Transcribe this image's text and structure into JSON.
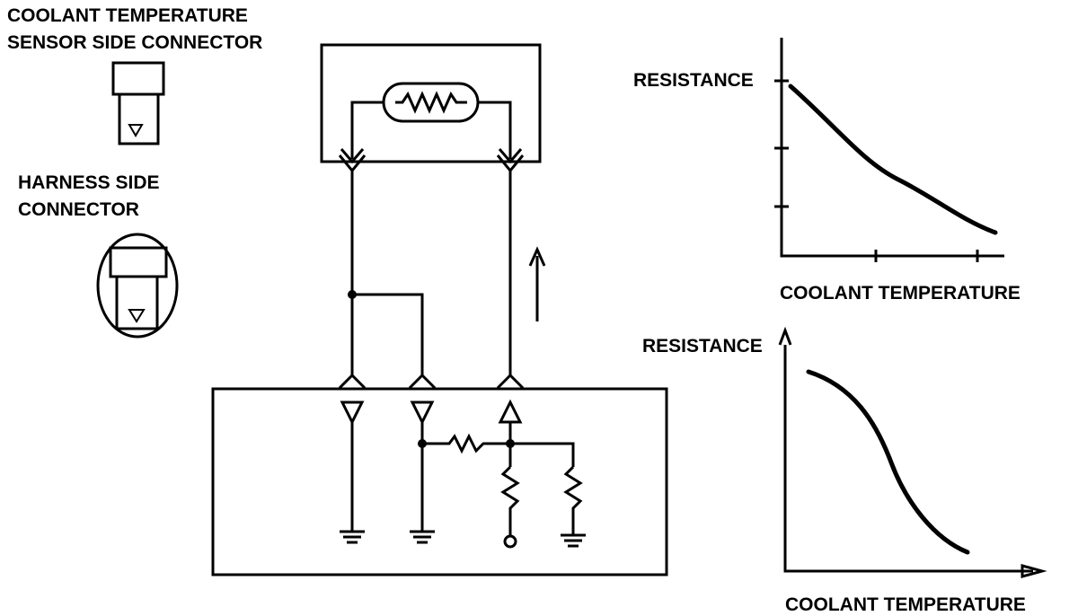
{
  "labels": {
    "sensor_connector_line1": "COOLANT TEMPERATURE",
    "sensor_connector_line2": "SENSOR SIDE CONNECTOR",
    "harness_connector_line1": "HARNESS SIDE",
    "harness_connector_line2": "CONNECTOR"
  },
  "graphs": [
    {
      "ylabel": "RESISTANCE",
      "xlabel": "COOLANT TEMPERATURE"
    },
    {
      "ylabel": "RESISTANCE",
      "xlabel": "COOLANT TEMPERATURE"
    }
  ]
}
